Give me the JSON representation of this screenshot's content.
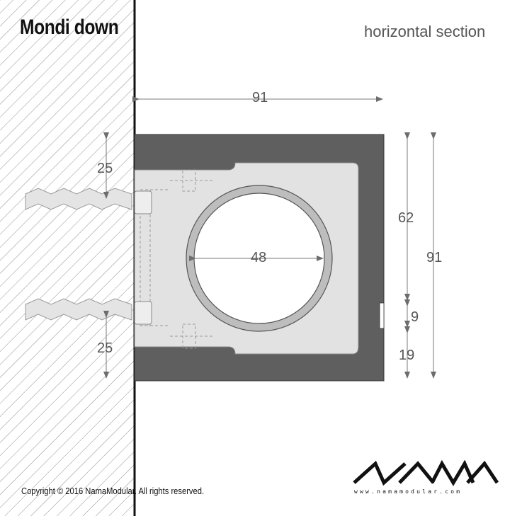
{
  "title": "Mondi down",
  "view": "horizontal section",
  "dimensions": {
    "total_width": "91",
    "total_height": "91",
    "tube_diameter": "48",
    "upper_segment": "62",
    "slot": "9",
    "lower_segment": "19",
    "top_anchor_offset": "25",
    "bottom_anchor_offset": "25"
  },
  "copyright": "Copyright © 2016 NamaModular. All rights reserved.",
  "brand": {
    "logo_text": "NAMA",
    "url": "www.namamodular.com"
  },
  "colors": {
    "profile": "#5f5f5f",
    "bracket": "#e2e2e2",
    "line": "#7a7a7a",
    "wall_hatch": "#9a9a9a"
  }
}
